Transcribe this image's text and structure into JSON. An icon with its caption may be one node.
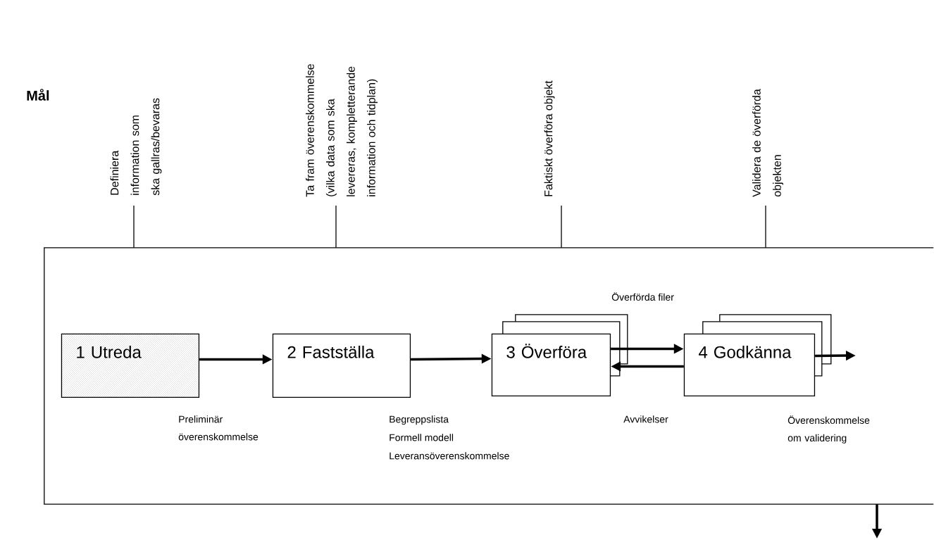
{
  "diagram": {
    "nodes": [
      {
        "text": [
          "Definiera information som ska gallras/bevaras"
        ]
      },
      {
        "text": [
          "Ta fram överenskommelse (vilka data som ska levereras, kompletterande information och tidplan)"
        ]
      },
      {
        "text": [
          "Faktiskt överföra objekt"
        ]
      },
      {
        "text": [
          "Validera de överförda objekten"
        ]
      },
      {
        "text": [],
        "shape": "box"
      },
      {
        "text": [
          "1 Utreda"
        ],
        "in": 4
      },
      {
        "text": [
          "2 Fastställa"
        ],
        "in": 4
      },
      {
        "text": [
          "3 Överföra"
        ],
        "in": 4
      },
      {
        "text": [
          "4 Godkänna"
        ],
        "in": 4
      }
    ],
    "edges": [
      {
        "from": 0,
        "to": 4,
        "arrow": "none"
      },
      {
        "from": 1,
        "to": 4,
        "arrow": "none"
      },
      {
        "from": 2,
        "to": 4,
        "arrow": "none"
      },
      {
        "from": 3,
        "to": 4,
        "arrow": "none"
      },
      {
        "from": 5,
        "to": 6,
        "arrow": "to"
      },
      {
        "from": 6,
        "to": 7,
        "arrow": "to"
      },
      {
        "from": 7,
        "to": 8,
        "arrow": "to"
      },
      {
        "from": 8,
        "to": 7,
        "arrow": "to"
      },
      {
        "from": 8,
        "to": null,
        "arrow": "to"
      },
      {
        "from": 4,
        "to": null,
        "arrow": "to"
      }
    ],
    "labels": [
      "Mål",
      "Överförda filer",
      "Preliminär överenskommelse",
      "Begreppslista",
      "Formell modell",
      "Leveransöverenskommelse",
      "Avvikelser",
      "Överenskommelse om validering"
    ]
  }
}
